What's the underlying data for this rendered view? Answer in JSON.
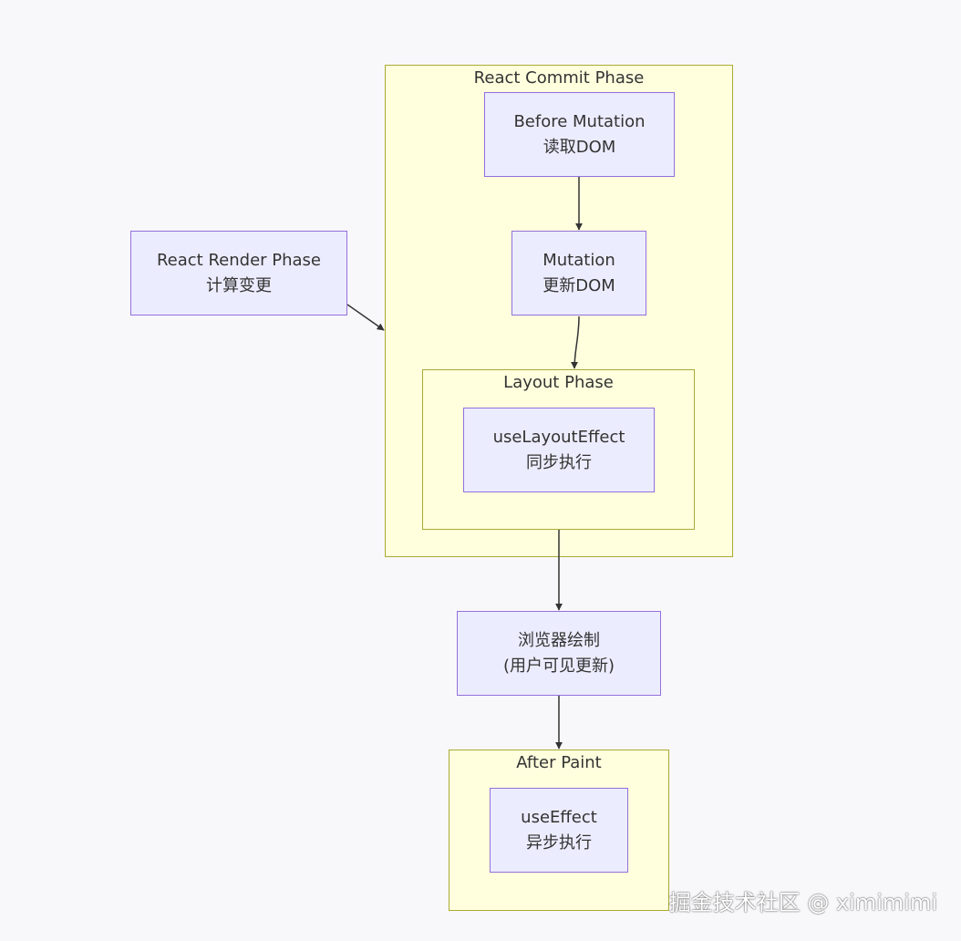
{
  "clusters": {
    "commit": {
      "title": "React Commit Phase"
    },
    "layout": {
      "title": "Layout Phase"
    },
    "after_paint": {
      "title": "After Paint"
    }
  },
  "nodes": {
    "render": {
      "line1": "React Render Phase",
      "line2": "计算变更"
    },
    "before_mutation": {
      "line1": "Before Mutation",
      "line2": "读取DOM"
    },
    "mutation": {
      "line1": "Mutation",
      "line2": "更新DOM"
    },
    "use_layout_effect": {
      "line1": "useLayoutEffect",
      "line2": "同步执行"
    },
    "browser_paint": {
      "line1": "浏览器绘制",
      "line2": "(用户可见更新)"
    },
    "use_effect": {
      "line1": "useEffect",
      "line2": "异步执行"
    }
  },
  "edges": [
    {
      "from": "render",
      "to": "commit"
    },
    {
      "from": "before_mutation",
      "to": "mutation"
    },
    {
      "from": "mutation",
      "to": "layout"
    },
    {
      "from": "layout",
      "to": "browser_paint"
    },
    {
      "from": "browser_paint",
      "to": "after_paint"
    }
  ],
  "watermark": "掘金技术社区 @ ximimimi",
  "colors": {
    "background": "#f8f8fa",
    "cluster_fill": "#ffffde",
    "cluster_border": "#aaaa33",
    "node_fill": "#ececff",
    "node_border": "#9370db",
    "edge": "#333333"
  }
}
